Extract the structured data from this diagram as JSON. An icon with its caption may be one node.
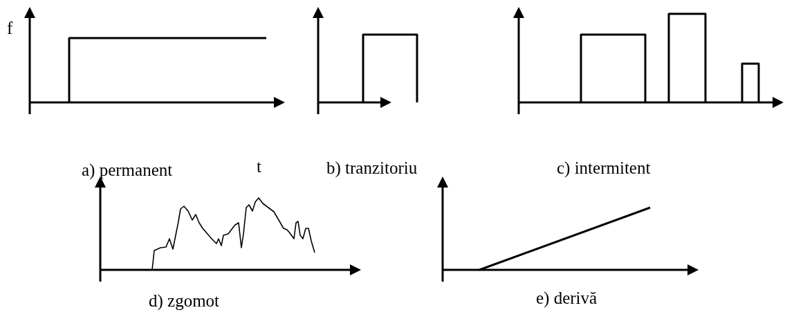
{
  "diagram": {
    "labels": [
      "f",
      "a) permanent",
      "t",
      "b) tranzitoriu",
      "c) intermitent",
      "d) zgomot",
      "e) derivă"
    ]
  }
}
